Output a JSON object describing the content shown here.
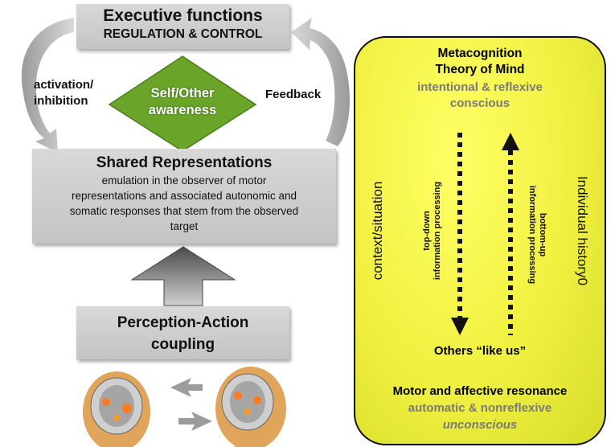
{
  "executive": {
    "title": "Executive functions",
    "subtitle": "REGULATION & CONTROL"
  },
  "activation_label": {
    "line1": "activation/",
    "line2": "inhibition"
  },
  "feedback_label": "Feedback",
  "self_other": {
    "line1": "Self/Other",
    "line2": "awareness"
  },
  "shared": {
    "title": "Shared Representations",
    "line1": "emulation in the observer of motor",
    "line2": "representations and associated autonomic and",
    "line3": "somatic responses that stem from the observed",
    "line4": "target"
  },
  "perception": {
    "line1": "Perception-Action",
    "line2": "coupling"
  },
  "panel": {
    "top": {
      "line1": "Metacognition",
      "line2": "Theory of Mind",
      "line3": "intentional & reflexive",
      "line4": "conscious"
    },
    "left_label": "context/situation",
    "right_label": "Individual history0",
    "topdown": {
      "line1": "top-down",
      "line2": "information processing"
    },
    "bottomup": {
      "line1": "bottom-up",
      "line2": "information processing"
    },
    "others": "Others “like us”",
    "bottom": {
      "line1": "Motor and affective resonance",
      "line2": "automatic & nonreflexive",
      "line3": "unconscious"
    }
  },
  "colors": {
    "diamond": "#6aa52a",
    "panel": "#f0f040",
    "grey_box": "#cccccc"
  },
  "icons": [
    "brain-head-left-icon",
    "brain-head-right-icon",
    "exchange-arrows-icon"
  ]
}
